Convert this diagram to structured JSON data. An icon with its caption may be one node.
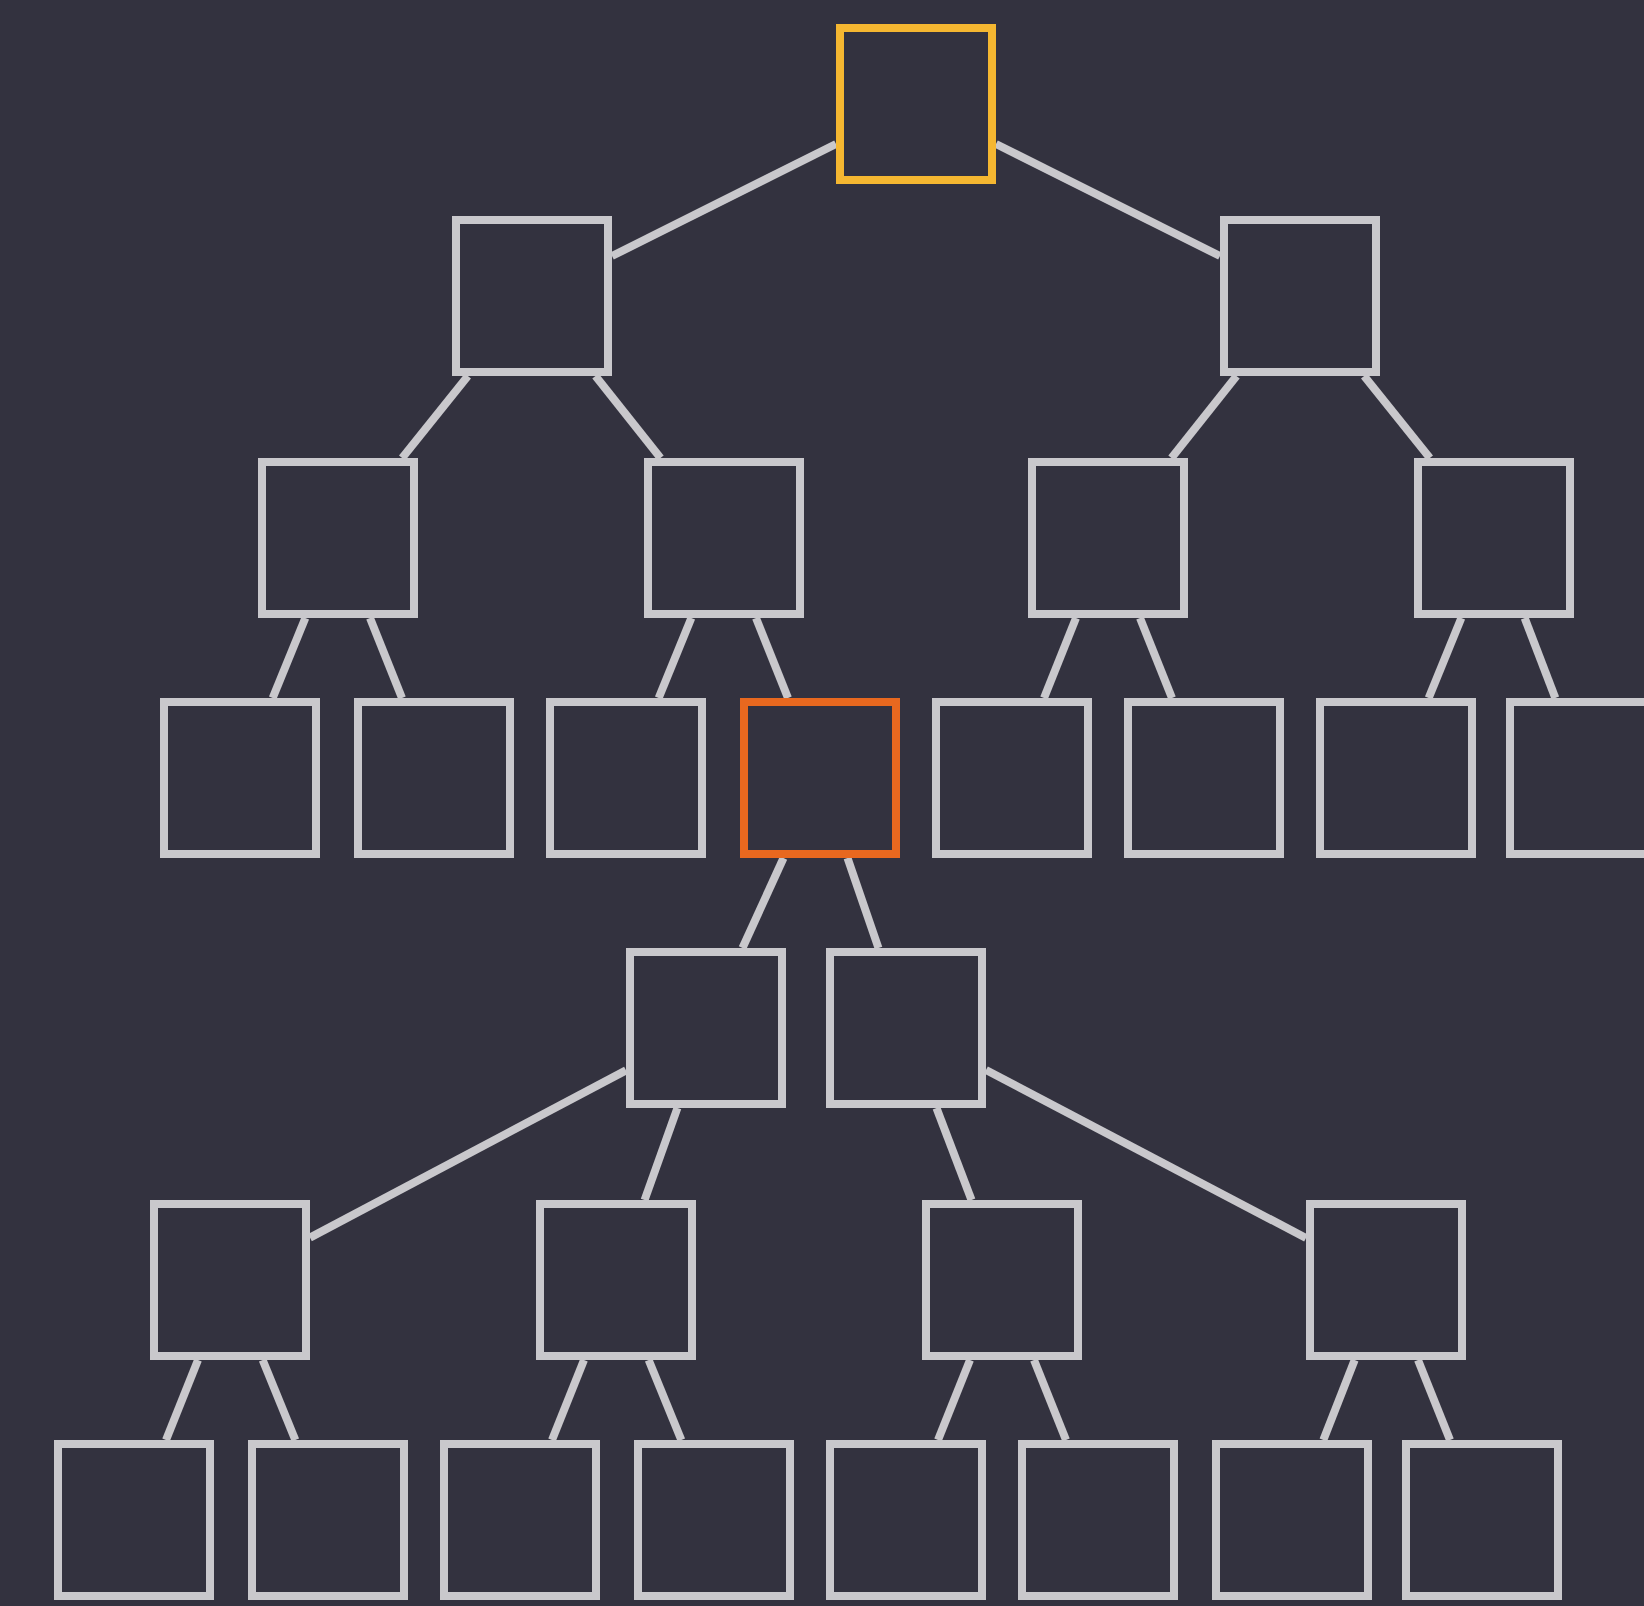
{
  "diagram": {
    "nodes": [
      {
        "text": [],
        "shape": "box"
      },
      {
        "text": [],
        "shape": "box"
      },
      {
        "text": [],
        "shape": "box"
      },
      {
        "text": [],
        "shape": "box"
      },
      {
        "text": [],
        "shape": "box"
      },
      {
        "text": [],
        "shape": "box"
      },
      {
        "text": [],
        "shape": "box"
      },
      {
        "text": [],
        "shape": "box"
      },
      {
        "text": [],
        "shape": "box"
      },
      {
        "text": [],
        "shape": "box"
      },
      {
        "text": [],
        "shape": "box"
      },
      {
        "text": [],
        "shape": "box"
      },
      {
        "text": [],
        "shape": "box"
      },
      {
        "text": [],
        "shape": "box"
      },
      {
        "text": [],
        "shape": "box"
      },
      {
        "text": [],
        "shape": "box"
      },
      {
        "text": [],
        "shape": "box"
      },
      {
        "text": [],
        "shape": "box"
      },
      {
        "text": [],
        "shape": "box"
      },
      {
        "text": [],
        "shape": "box"
      },
      {
        "text": [],
        "shape": "box"
      },
      {
        "text": [],
        "shape": "box"
      },
      {
        "text": [],
        "shape": "box"
      },
      {
        "text": [],
        "shape": "box"
      },
      {
        "text": [],
        "shape": "box"
      },
      {
        "text": [],
        "shape": "box"
      },
      {
        "text": [],
        "shape": "box"
      },
      {
        "text": [],
        "shape": "box"
      },
      {
        "text": [],
        "shape": "box"
      }
    ],
    "edges": [
      {
        "from": 0,
        "to": 1,
        "arrow": "none"
      },
      {
        "from": 0,
        "to": 2,
        "arrow": "none"
      },
      {
        "from": 1,
        "to": 3,
        "arrow": "none"
      },
      {
        "from": 1,
        "to": 4,
        "arrow": "none"
      },
      {
        "from": 2,
        "to": 5,
        "arrow": "none"
      },
      {
        "from": 2,
        "to": 6,
        "arrow": "none"
      },
      {
        "from": 3,
        "to": 7,
        "arrow": "none"
      },
      {
        "from": 3,
        "to": 8,
        "arrow": "none"
      },
      {
        "from": 4,
        "to": 9,
        "arrow": "none"
      },
      {
        "from": 4,
        "to": 10,
        "arrow": "none"
      },
      {
        "from": 5,
        "to": 11,
        "arrow": "none"
      },
      {
        "from": 5,
        "to": 12,
        "arrow": "none"
      },
      {
        "from": 6,
        "to": 13,
        "arrow": "none"
      },
      {
        "from": 6,
        "to": 14,
        "arrow": "none"
      },
      {
        "from": 10,
        "to": 15,
        "arrow": "none"
      },
      {
        "from": 10,
        "to": 16,
        "arrow": "none"
      },
      {
        "from": 15,
        "to": 17,
        "arrow": "none"
      },
      {
        "from": 15,
        "to": 18,
        "arrow": "none"
      },
      {
        "from": 16,
        "to": 19,
        "arrow": "none"
      },
      {
        "from": 16,
        "to": 20,
        "arrow": "none"
      },
      {
        "from": 17,
        "to": 21,
        "arrow": "none"
      },
      {
        "from": 17,
        "to": 22,
        "arrow": "none"
      },
      {
        "from": 18,
        "to": 23,
        "arrow": "none"
      },
      {
        "from": 18,
        "to": 24,
        "arrow": "none"
      },
      {
        "from": 19,
        "to": 25,
        "arrow": "none"
      },
      {
        "from": 19,
        "to": 26,
        "arrow": "none"
      },
      {
        "from": 20,
        "to": 27,
        "arrow": "none"
      },
      {
        "from": 20,
        "to": 28,
        "arrow": "none"
      }
    ]
  }
}
